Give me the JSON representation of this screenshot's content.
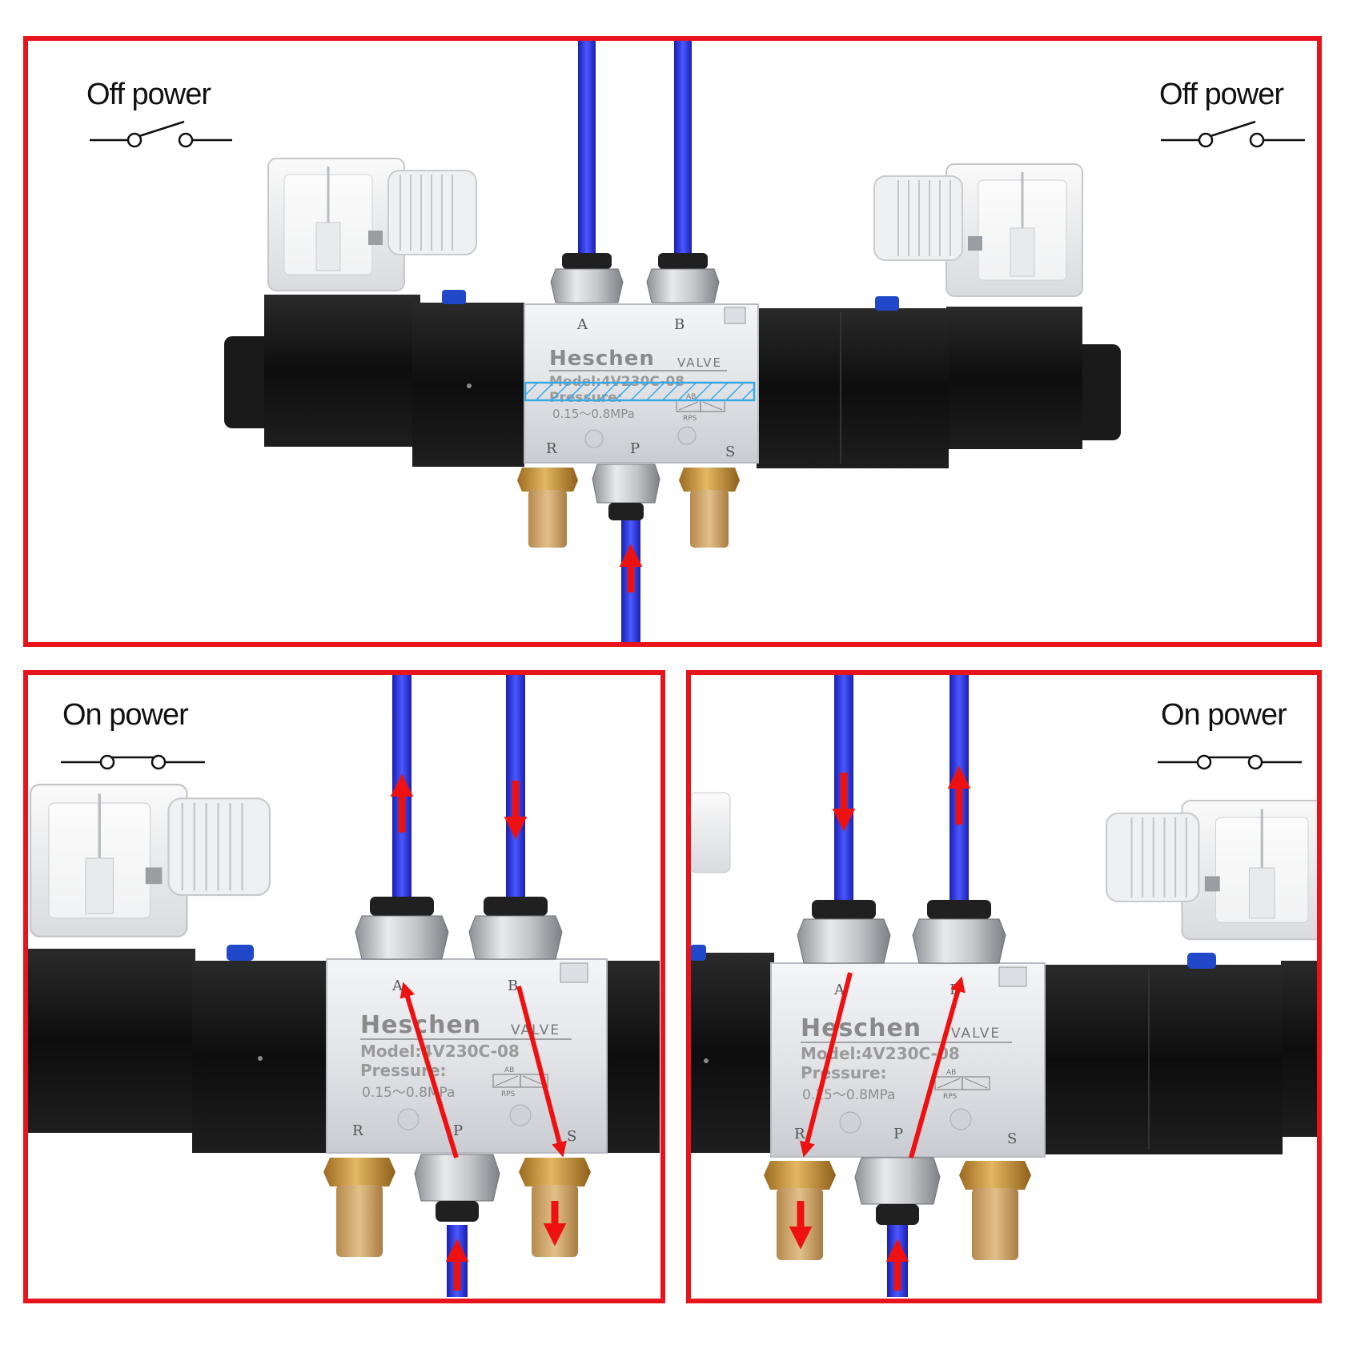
{
  "panels": [
    {
      "id": "top",
      "power_labels": [
        "Off power",
        "Off power"
      ],
      "switch_state": "open",
      "valve": {
        "brand": "Heschen",
        "type_word": "VALVE",
        "model": "Model:4V230C-08",
        "pressure_label": "Pressure:",
        "pressure_range": "0.15～0.8MPa",
        "ports": {
          "a": "A",
          "b": "B",
          "r": "R",
          "p": "P",
          "s": "S"
        },
        "symbol_top": "AB",
        "symbol_bottom": "RPS"
      }
    },
    {
      "id": "bottom-left",
      "power_labels": [
        "On power"
      ],
      "switch_state": "closed",
      "flow": "P to A, B to S",
      "valve": {
        "brand": "Heschen",
        "type_word": "VALVE",
        "model": "Model:4V230C-08",
        "pressure_label": "Pressure:",
        "pressure_range": "0.15～0.8MPa",
        "ports": {
          "a": "A",
          "b": "B",
          "r": "R",
          "p": "P",
          "s": "S"
        },
        "symbol_top": "AB",
        "symbol_bottom": "RPS"
      }
    },
    {
      "id": "bottom-right",
      "power_labels": [
        "On power"
      ],
      "switch_state": "closed",
      "flow": "P to B, A to R",
      "valve": {
        "brand": "Heschen",
        "type_word": "VALVE",
        "model": "Model:4V230C-08",
        "pressure_label": "Pressure:",
        "pressure_range": "0.15～0.8MPa",
        "ports": {
          "a": "A",
          "b": "B",
          "r": "R",
          "p": "P",
          "s": "S"
        },
        "symbol_top": "AB",
        "symbol_bottom": "RPS"
      }
    }
  ],
  "colors": {
    "frame": "#e8141c",
    "tube": "#2b2fd6",
    "arrow": "#ee1111",
    "valve_body": "#e4e6ea",
    "coil": "#151515",
    "muffler": "#c9a066"
  },
  "icons": [
    "switch-open-icon",
    "switch-closed-icon",
    "flow-arrow-icon"
  ]
}
